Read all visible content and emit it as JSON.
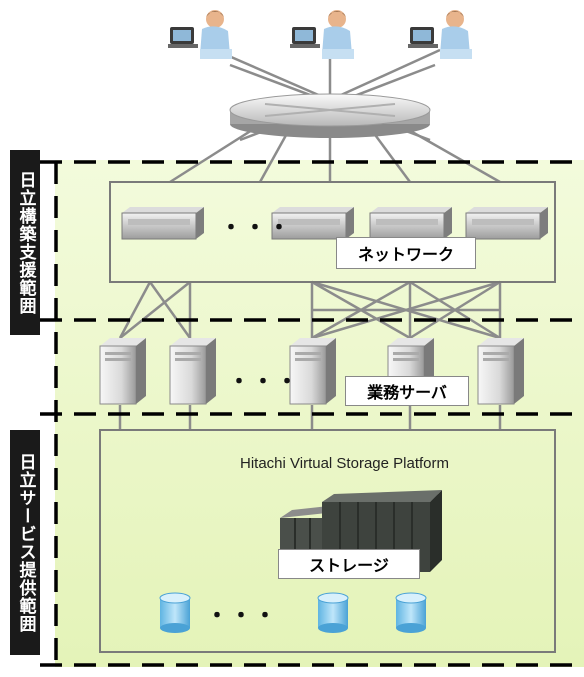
{
  "labels": {
    "hitachi_build_scope": "日立構築支援範囲",
    "hitachi_service_scope": "日立サービス提供範囲"
  },
  "tags": {
    "network": "ネットワーク",
    "business_server": "業務サーバ",
    "storage": "ストレージ"
  },
  "platform_title": "Hitachi Virtual Storage Platform",
  "ellipsis": "・・・",
  "colors": {
    "zone_fill": "#eef8d0",
    "zone_dash": "#000000",
    "label_bg": "#1a1a1a",
    "disk": "#7cc8ee"
  },
  "icons": {
    "user": "user-at-laptop-icon",
    "router": "router-icon",
    "switch": "network-switch-icon",
    "server": "tower-server-icon",
    "storage_array": "storage-array-icon",
    "disk": "disk-cylinder-icon"
  }
}
